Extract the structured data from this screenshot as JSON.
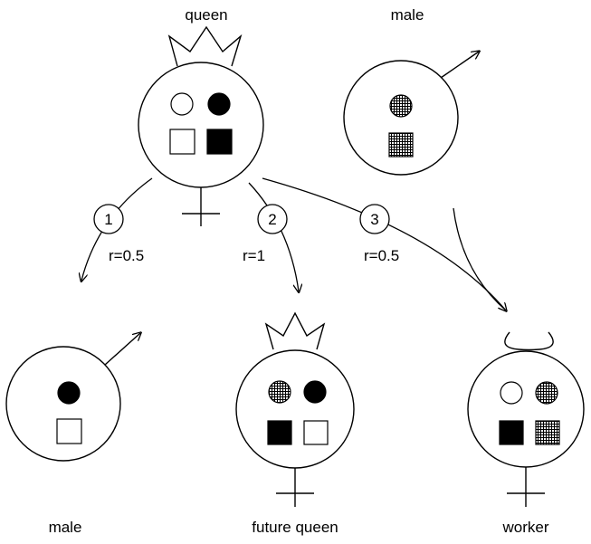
{
  "labels": {
    "queen": "queen",
    "top_male": "male",
    "bottom_male": "male",
    "future_queen": "future queen",
    "worker": "worker"
  },
  "pathways": [
    {
      "number": "1",
      "relatedness": "r=0.5"
    },
    {
      "number": "2",
      "relatedness": "r=1"
    },
    {
      "number": "3",
      "relatedness": "r=0.5"
    }
  ],
  "colors": {
    "stroke": "#000000",
    "fill_solid": "#000000",
    "fill_empty": "#ffffff",
    "background": "#ffffff"
  },
  "symbols": {
    "female": "venus-symbol",
    "male": "mars-symbol",
    "queen": "crown-icon",
    "worker": "antennae-icon"
  }
}
